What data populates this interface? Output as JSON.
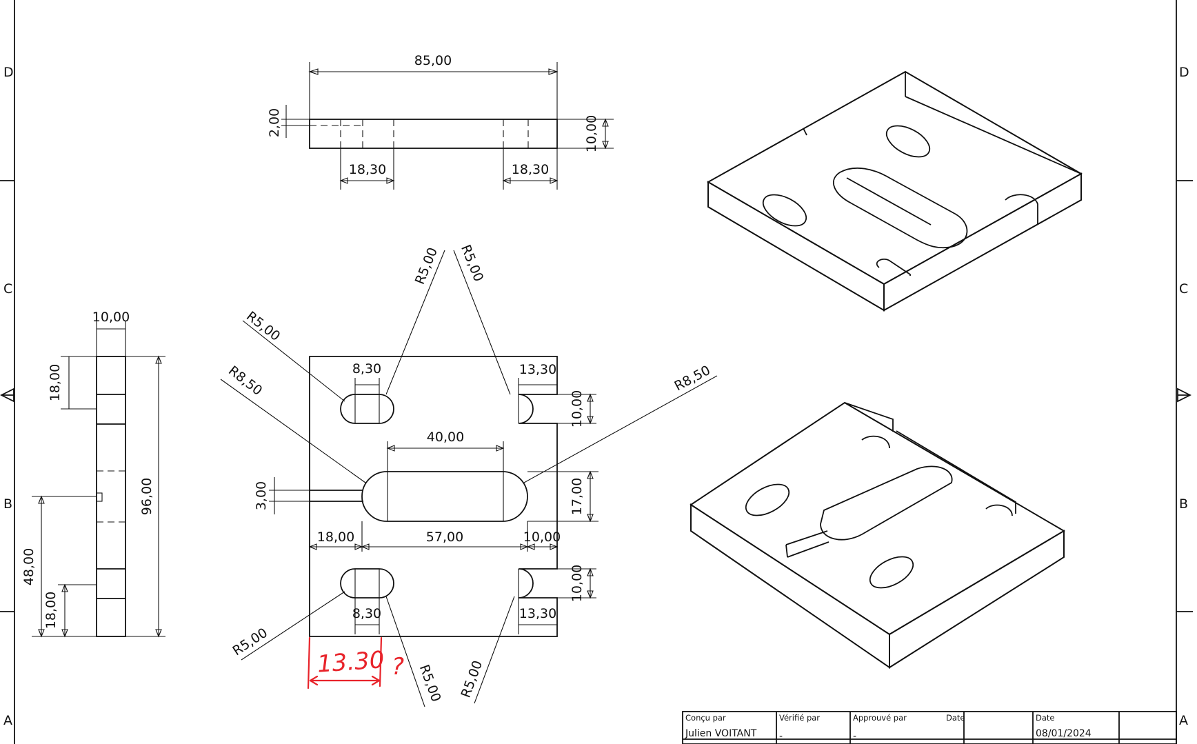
{
  "zones": {
    "left": [
      "D",
      "C",
      "B",
      "A"
    ],
    "right": [
      "D",
      "C",
      "B",
      "A"
    ]
  },
  "dims": {
    "top_width": "85,00",
    "top_step": "2,00",
    "top_thickness": "10,00",
    "top_left_slot": "18,30",
    "top_right_slot": "18,30",
    "side_width": "10,00",
    "side_top": "18,00",
    "side_height": "96,00",
    "side_mid": "48,00",
    "side_bottom": "18,00",
    "r_top_left": "R5,00",
    "r_top_center_a": "R5,00",
    "r_top_center_b": "R5,00",
    "r_big_left": "R8,50",
    "r_big_right": "R8,50",
    "r_bottom_left": "R5,00",
    "r_bottom_center_a": "R5,00",
    "r_bottom_center_b": "R5,00",
    "slot_top_left": "8,30",
    "slot_top_right": "13,30",
    "slot_top_height": "10,00",
    "center_slot": "40,00",
    "center_height": "17,00",
    "groove": "3,00",
    "center_left": "18,00",
    "center_length": "57,00",
    "center_right": "10,00",
    "slot_bot_height": "10,00",
    "slot_bot_left": "8,30",
    "slot_bot_right": "13,30"
  },
  "annotation": {
    "text": "13.30",
    "question": "?",
    "color": "#e8232a"
  },
  "title_block": {
    "designed_label": "Conçu par",
    "designed_value": "Julien VOITANT",
    "checked_label": "Vérifié par",
    "checked_value": "-",
    "approved_label": "Approuvé par",
    "approved_value": "-",
    "date_label_1": "Date",
    "date_label_2": "Date",
    "date_value": "08/01/2024"
  }
}
